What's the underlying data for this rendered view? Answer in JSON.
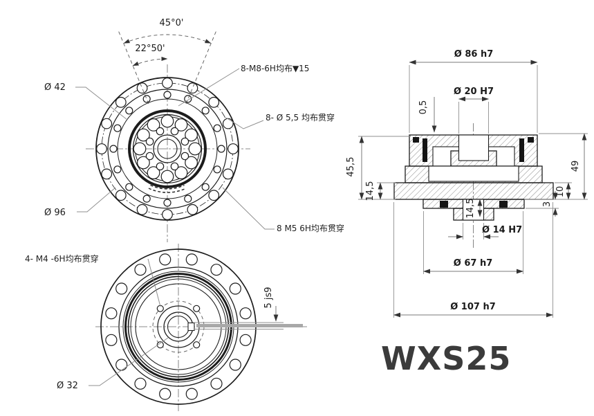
{
  "title": "WXS25",
  "front_view": {
    "angle_outer": "45°0'",
    "angle_inner": "22°50'",
    "dia_42": "Ø 42",
    "dia_96": "Ø 96",
    "label_m8": "8-M8-6H均布▼15",
    "label_d55": "8- Ø 5,5 均布贯穿",
    "label_m5": "8  M5  6H均布贯穿"
  },
  "bottom_view": {
    "label_m4": "4- M4 -6H均布贯穿",
    "dia_32": "Ø 32",
    "key_width": "5 js9"
  },
  "section_view": {
    "dia_86": "Ø 86 h7",
    "dia_20": "Ø 20 H7",
    "dim_05": "0,5",
    "dim_455": "45,5",
    "dim_145_left": "14,5",
    "dim_49": "49",
    "dim_10": "10",
    "dim_3": "3",
    "dim_145_center": "14,5",
    "dia_14": "Ø 14 H7",
    "dia_67": "Ø 67 h7",
    "dia_107": "Ø 107 h7"
  }
}
